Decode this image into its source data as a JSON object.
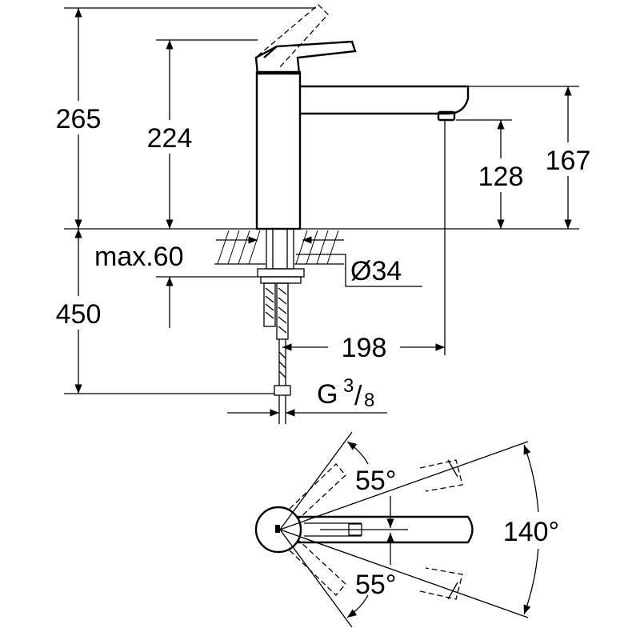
{
  "dimensions": {
    "total_height": "265",
    "body_height": "224",
    "spout_height": "167",
    "outlet_height": "128",
    "max_thickness": "max.60",
    "hole_diameter": "Ø34",
    "hose_length": "450",
    "spout_reach": "198",
    "thread_main": "G",
    "thread_num": "3",
    "thread_den": "8",
    "swivel_total": "140°",
    "swivel_upper": "55°",
    "swivel_lower": "55°"
  },
  "colors": {
    "line": "#000000",
    "background": "#ffffff"
  }
}
